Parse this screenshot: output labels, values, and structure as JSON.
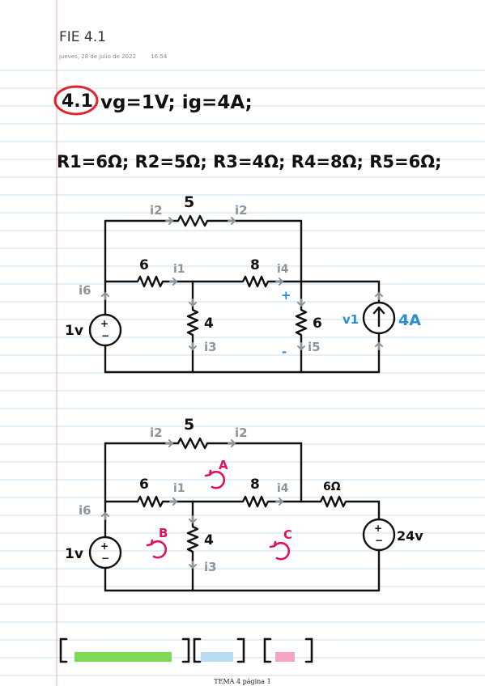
{
  "note": {
    "title": "FIE 4.1",
    "date": "jueves, 28 de julio de 2022",
    "time": "16:54",
    "footer": "TEMA 4 página 1"
  },
  "problem": {
    "number": "4.1",
    "givens": "vg=1V; ig=4A;",
    "resistors": "R1=6Ω; R2=5Ω; R3=4Ω; R4=8Ω; R5=6Ω;"
  },
  "circuit1": {
    "r_top": "5",
    "r_mid_left": "6",
    "r_mid_right": "8",
    "r_vert_mid": "4",
    "r_vert_right": "6",
    "i_top_left": "i2",
    "i_top_right": "i2",
    "i_mid_left": "i1",
    "i_mid_right": "i4",
    "i_left": "i6",
    "i_vert_mid": "i3",
    "i_vert_right": "i5",
    "source_v": "1v",
    "source_v_plus": "+",
    "source_v_minus": "−",
    "v_node_plus": "+",
    "v_node_minus": "-",
    "v_label": "v1",
    "source_i": "4A"
  },
  "circuit2": {
    "r_top": "5",
    "r_mid_left": "6",
    "r_mid_right": "8",
    "r_vert_mid": "4",
    "r_right": "6Ω",
    "i_top_left": "i2",
    "i_top_right": "i2",
    "i_mid_left": "i1",
    "i_mid_right": "i4",
    "i_left": "i6",
    "i_vert_mid": "i3",
    "mesh_a": "A",
    "mesh_b": "B",
    "mesh_c": "C",
    "source_left": "1v",
    "source_right": "24v",
    "src_plus": "+",
    "src_minus": "−"
  },
  "colors": {
    "ink": "#111111",
    "gray_current": "#8e9498",
    "red": "#e0252b",
    "pink": "#e0125e",
    "blue": "#2b8ed3",
    "rule_line": "#c6def0",
    "margin_line": "#f1a9a9"
  }
}
